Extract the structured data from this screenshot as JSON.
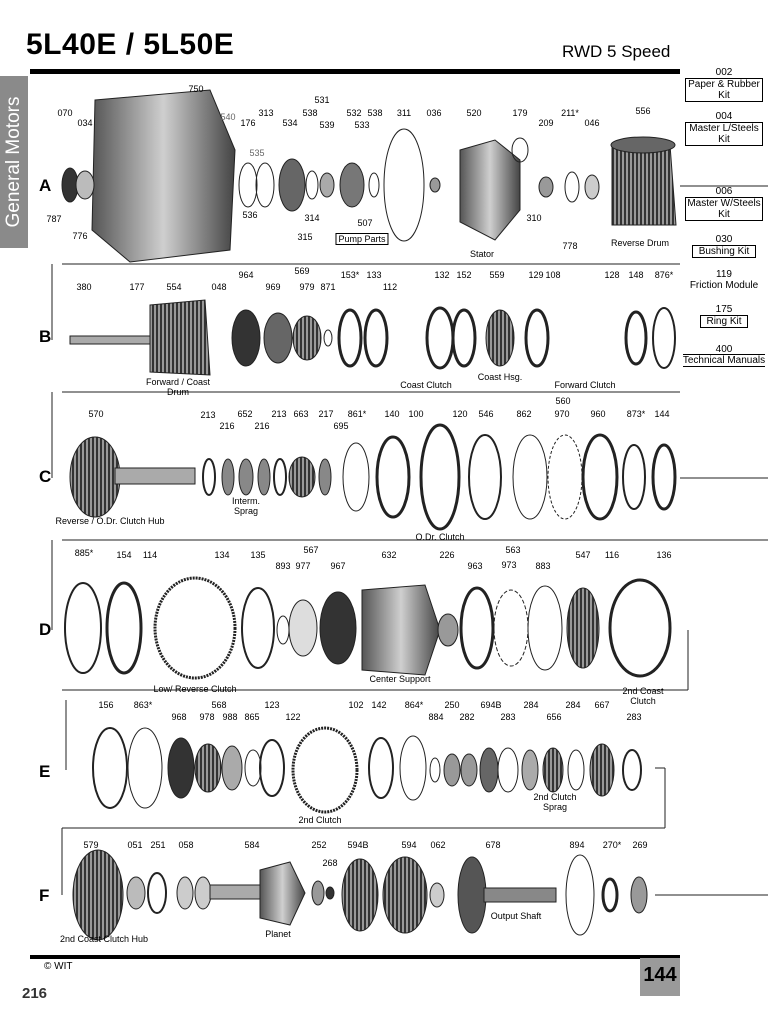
{
  "header": {
    "title": "5L40E / 5L50E",
    "subtitle": "RWD 5 Speed"
  },
  "sidebar_tab": "General Motors",
  "kits": [
    {
      "code": "002",
      "name": "Paper & Rubber Kit",
      "boxed": true
    },
    {
      "code": "004",
      "name": "Master L/Steels Kit",
      "boxed": true
    },
    {
      "code": "006",
      "name": "Master W/Steels Kit",
      "boxed": true
    },
    {
      "code": "030",
      "name": "Bushing Kit",
      "boxed": true
    },
    {
      "code": "119",
      "name": "Friction Module",
      "boxed": false
    },
    {
      "code": "175",
      "name": "Ring Kit",
      "boxed": true,
      "bold": true
    },
    {
      "code": "400",
      "name": "Technical Manuals",
      "boxed": false
    }
  ],
  "rows": [
    {
      "letter": "A",
      "labels": [
        "750",
        "540",
        "176",
        "313",
        "531",
        "538",
        "534",
        "539",
        "532",
        "533",
        "538",
        "311",
        "036",
        "520",
        "179",
        "209",
        "211*",
        "046",
        "556",
        "070",
        "034",
        "787",
        "776",
        "536",
        "535",
        "314",
        "315",
        "310",
        "778"
      ],
      "captions": [
        "Pump Parts",
        "507",
        "Stator",
        "Reverse Drum"
      ]
    },
    {
      "letter": "B",
      "labels": [
        "380",
        "177",
        "554",
        "048",
        "964",
        "569",
        "969",
        "979",
        "871",
        "153*",
        "133",
        "112",
        "132",
        "152",
        "559",
        "129",
        "108",
        "128",
        "148",
        "876*"
      ],
      "captions": [
        "Forward / Coast Drum",
        "Coast Clutch",
        "Coast Hsg.",
        "Forward Clutch"
      ]
    },
    {
      "letter": "C",
      "labels": [
        "570",
        "213",
        "216",
        "652",
        "216",
        "213",
        "663",
        "217",
        "861*",
        "695",
        "140",
        "100",
        "120",
        "546",
        "560",
        "862",
        "970",
        "960",
        "873*",
        "144"
      ],
      "captions": [
        "Reverse / O.Dr. Clutch Hub",
        "Interm. Sprag",
        "O.Dr. Clutch"
      ]
    },
    {
      "letter": "D",
      "labels": [
        "885*",
        "154",
        "114",
        "134",
        "135",
        "567",
        "893",
        "977",
        "967",
        "632",
        "226",
        "563",
        "963",
        "973",
        "883",
        "547",
        "116",
        "136"
      ],
      "captions": [
        "Low/ Reverse Clutch",
        "Center Support",
        "2nd Coast Clutch"
      ]
    },
    {
      "letter": "E",
      "labels": [
        "156",
        "863*",
        "568",
        "968",
        "978",
        "988",
        "865",
        "123",
        "122",
        "102",
        "142",
        "864*",
        "884",
        "250",
        "282",
        "694B",
        "283",
        "284",
        "656",
        "284",
        "667",
        "283"
      ],
      "captions": [
        "2nd Clutch",
        "2nd Clutch Sprag"
      ]
    },
    {
      "letter": "F",
      "labels": [
        "579",
        "051",
        "251",
        "058",
        "584",
        "252",
        "268",
        "594B",
        "594",
        "062",
        "678",
        "894",
        "270*",
        "269"
      ],
      "captions": [
        "2nd Coast Clutch Hub",
        "Planet",
        "Output Shaft"
      ]
    }
  ],
  "footer": {
    "copyright": "© WIT",
    "page_box": "144",
    "page_number": "216"
  },
  "colors": {
    "part_gray": "#777777",
    "dark": "#222222",
    "tab_gray": "#8a8a8a"
  }
}
